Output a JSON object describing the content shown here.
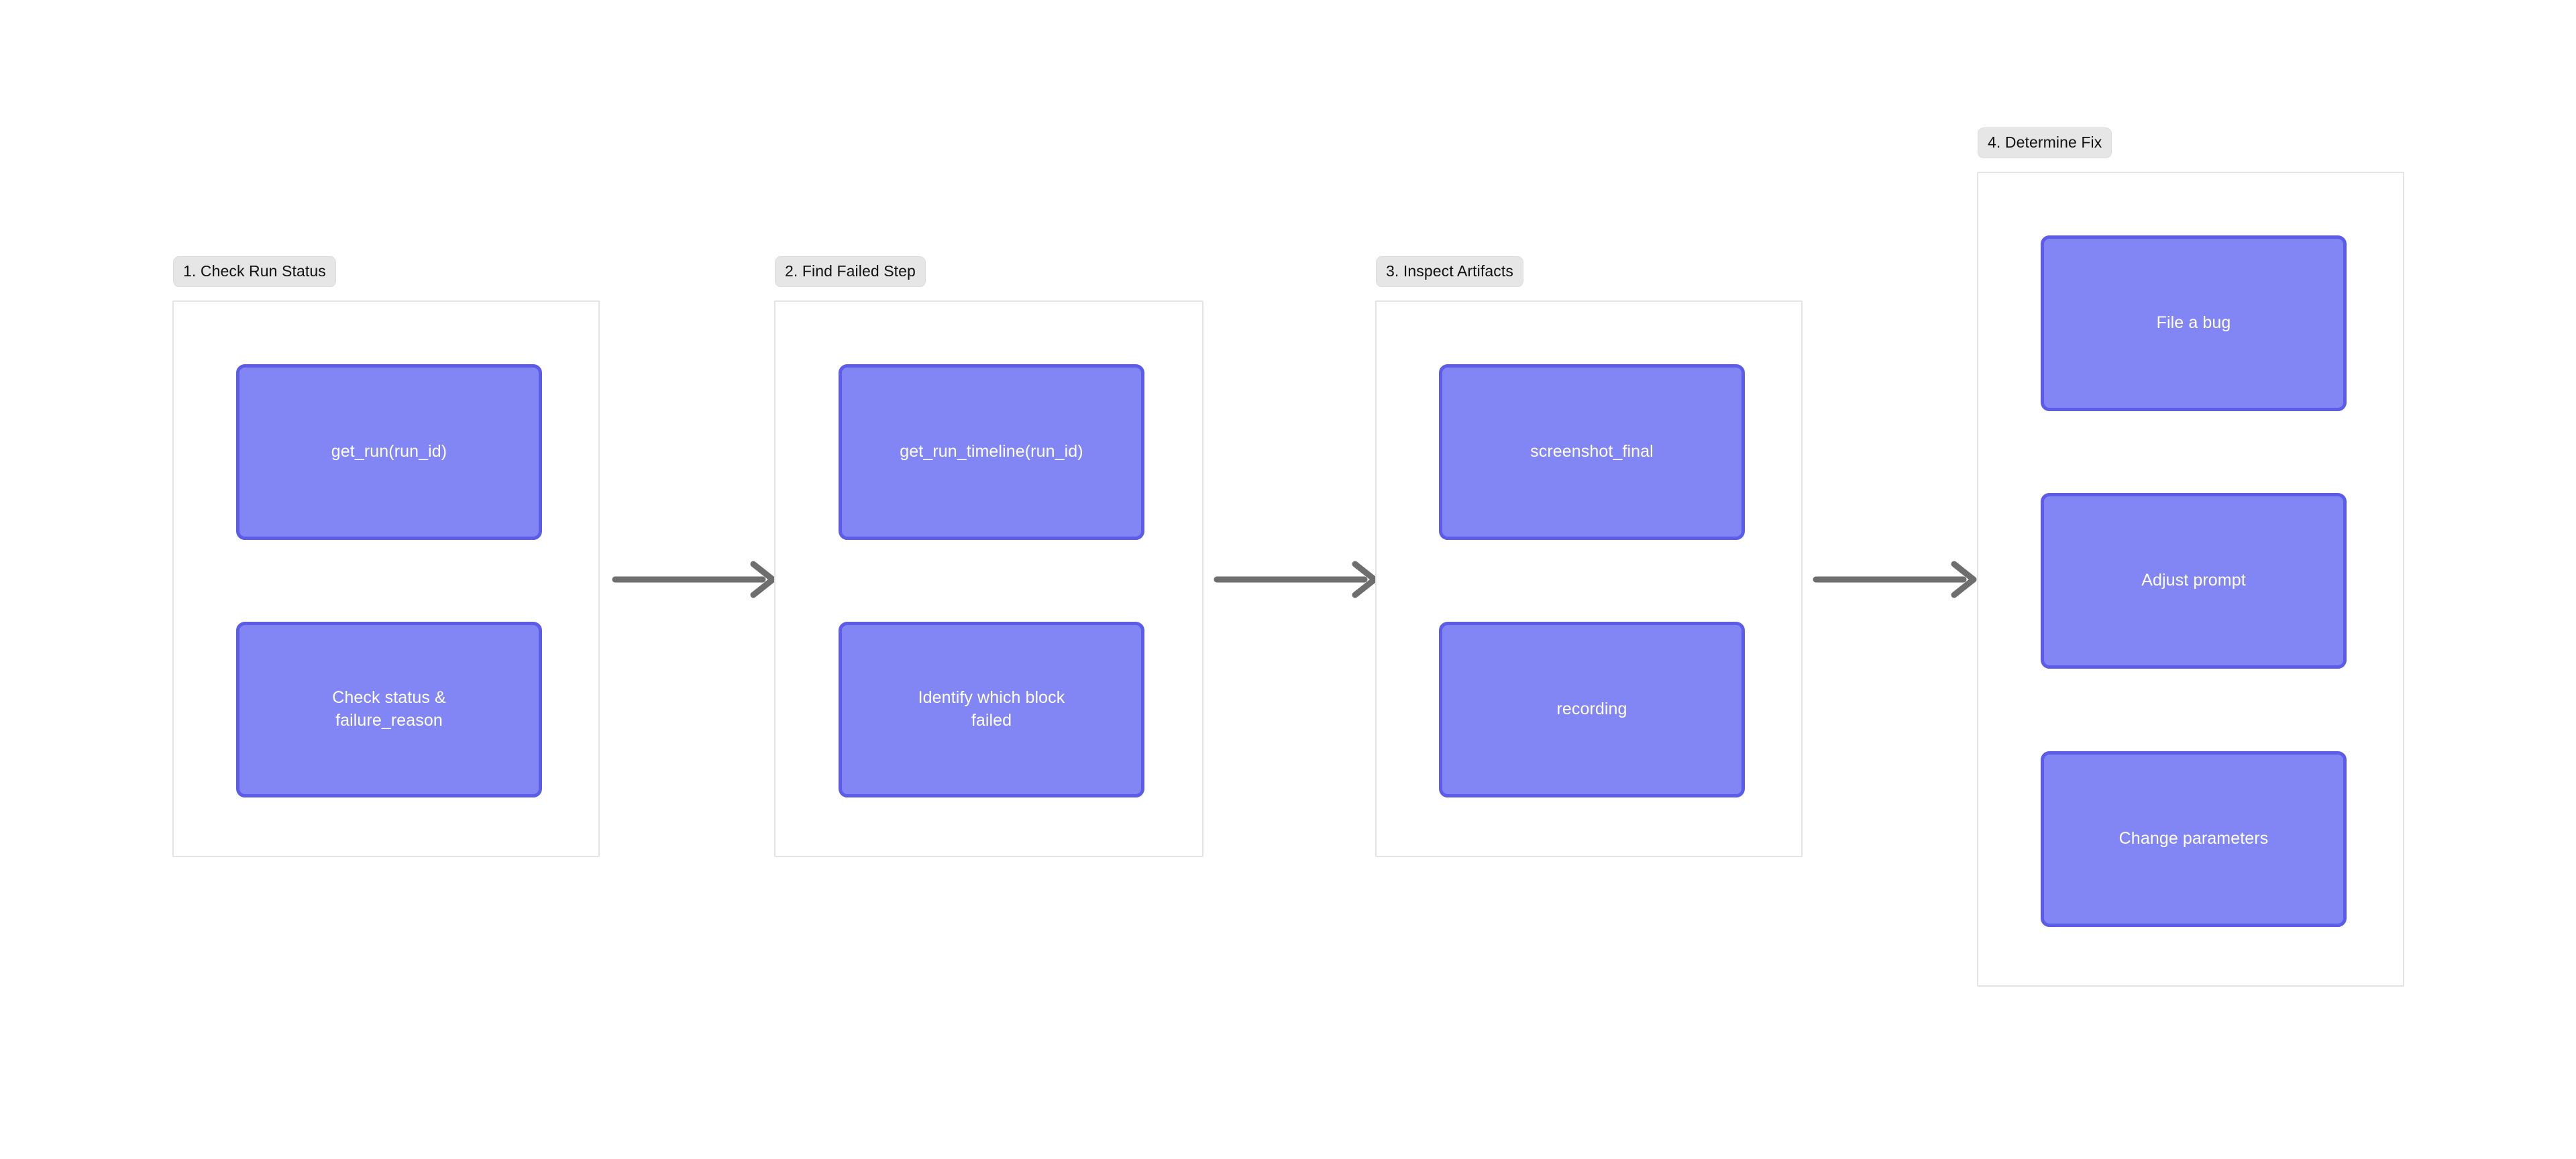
{
  "diagram": {
    "type": "flowchart",
    "direction": "left-to-right",
    "background_color": "#ffffff",
    "node_fill_color": "#8286f5",
    "node_border_color": "#5b5ce8",
    "node_text_color": "#ffffff",
    "group_label_bg_color": "#e6e6e6",
    "group_label_text_color": "#111111",
    "group_border_color": "#e4e4e4",
    "arrow_color": "#6e6e6e",
    "groups": [
      {
        "id": "group-1",
        "label": "1. Check Run Status",
        "nodes": [
          {
            "id": "node-get-run",
            "label": "get_run(run_id)"
          },
          {
            "id": "node-check-status",
            "label": "Check status &\nfailure_reason"
          }
        ]
      },
      {
        "id": "group-2",
        "label": "2. Find Failed Step",
        "nodes": [
          {
            "id": "node-get-run-timeline",
            "label": "get_run_timeline(run_id)"
          },
          {
            "id": "node-identify-block",
            "label": "Identify which block\nfailed"
          }
        ]
      },
      {
        "id": "group-3",
        "label": "3. Inspect Artifacts",
        "nodes": [
          {
            "id": "node-screenshot-final",
            "label": "screenshot_final"
          },
          {
            "id": "node-recording",
            "label": "recording"
          }
        ]
      },
      {
        "id": "group-4",
        "label": "4. Determine Fix",
        "nodes": [
          {
            "id": "node-file-a-bug",
            "label": "File a bug"
          },
          {
            "id": "node-adjust-prompt",
            "label": "Adjust prompt"
          },
          {
            "id": "node-change-parameters",
            "label": "Change parameters"
          }
        ]
      }
    ],
    "connectors": [
      {
        "id": "arrow-1",
        "from": "group-1",
        "to": "group-2",
        "style": "solid-open-arrow"
      },
      {
        "id": "arrow-2",
        "from": "group-2",
        "to": "group-3",
        "style": "solid-open-arrow"
      },
      {
        "id": "arrow-3",
        "from": "group-3",
        "to": "group-4",
        "style": "solid-open-arrow"
      }
    ]
  }
}
